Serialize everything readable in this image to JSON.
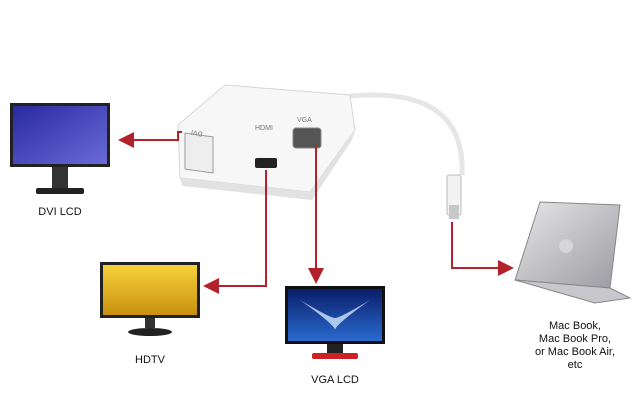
{
  "adapter": {
    "ports": [
      "DVI",
      "HDMI",
      "VGA"
    ]
  },
  "devices": {
    "dvi": "DVI LCD",
    "hdtv": "HDTV",
    "vga": "VGA LCD",
    "mac": [
      "Mac Book,",
      "Mac Book Pro,",
      "or Mac Book Air,",
      "etc"
    ]
  },
  "colors": {
    "arrow": "#b3222b"
  }
}
